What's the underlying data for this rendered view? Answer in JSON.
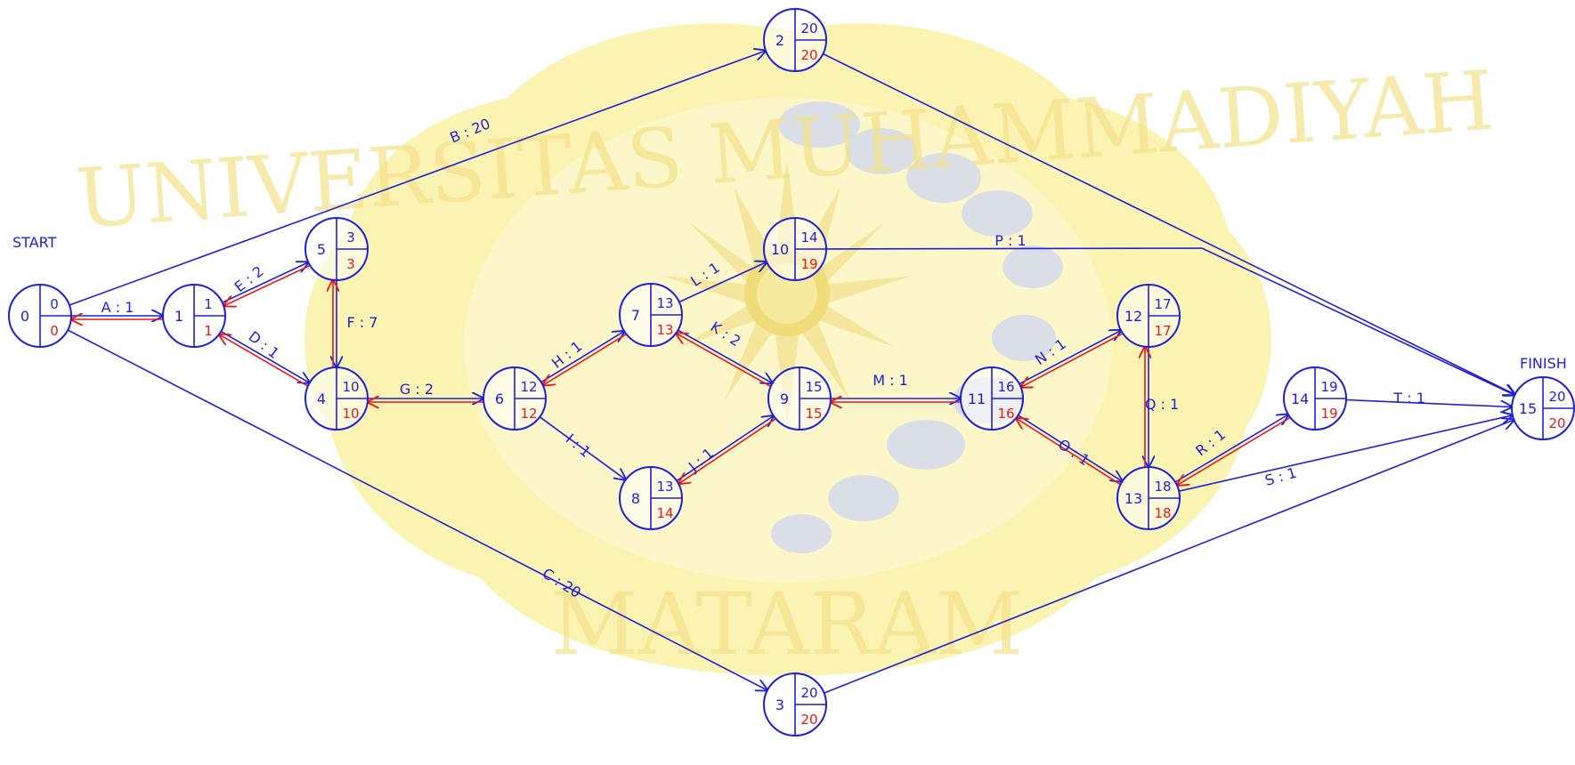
{
  "title_start": "START",
  "title_finish": "FINISH",
  "watermark": {
    "text_top": "UNIVERSITAS MUHAMMADIYAH",
    "text_bottom": "MATARAM",
    "color_fill": "#fbf3b2",
    "color_text": "#f3e28a",
    "color_cloud": "#cfd6f2"
  },
  "colors": {
    "node": "#1f1fd6",
    "critical": "#e81818"
  },
  "nodes": [
    {
      "id": "0",
      "es": "0",
      "lf": "0"
    },
    {
      "id": "1",
      "es": "1",
      "lf": "1"
    },
    {
      "id": "2",
      "es": "20",
      "lf": "20"
    },
    {
      "id": "3",
      "es": "20",
      "lf": "20"
    },
    {
      "id": "4",
      "es": "10",
      "lf": "10"
    },
    {
      "id": "5",
      "es": "3",
      "lf": "3"
    },
    {
      "id": "6",
      "es": "12",
      "lf": "12"
    },
    {
      "id": "7",
      "es": "13",
      "lf": "13"
    },
    {
      "id": "8",
      "es": "13",
      "lf": "14"
    },
    {
      "id": "9",
      "es": "15",
      "lf": "15"
    },
    {
      "id": "10",
      "es": "14",
      "lf": "19"
    },
    {
      "id": "11",
      "es": "16",
      "lf": "16"
    },
    {
      "id": "12",
      "es": "17",
      "lf": "17"
    },
    {
      "id": "13",
      "es": "18",
      "lf": "18"
    },
    {
      "id": "14",
      "es": "19",
      "lf": "19"
    },
    {
      "id": "15",
      "es": "20",
      "lf": "20"
    }
  ],
  "activities": [
    {
      "label": "A : 1",
      "from": "0",
      "to": "1",
      "critical": true
    },
    {
      "label": "B : 20",
      "from": "0",
      "to": "2",
      "critical": false
    },
    {
      "label": "C : 20",
      "from": "0",
      "to": "3",
      "critical": false
    },
    {
      "label": "E : 2",
      "from": "1",
      "to": "5",
      "critical": true
    },
    {
      "label": "D : 1",
      "from": "1",
      "to": "4",
      "critical": true
    },
    {
      "label": "F : 7",
      "from": "5",
      "to": "4",
      "critical": true
    },
    {
      "label": "G : 2",
      "from": "4",
      "to": "6",
      "critical": true
    },
    {
      "label": "H : 1",
      "from": "6",
      "to": "7",
      "critical": true
    },
    {
      "label": "I : 1",
      "from": "6",
      "to": "8",
      "critical": false
    },
    {
      "label": "L : 1",
      "from": "7",
      "to": "10",
      "critical": false
    },
    {
      "label": "K : 2",
      "from": "7",
      "to": "9",
      "critical": true
    },
    {
      "label": "J : 1",
      "from": "8",
      "to": "9",
      "critical": true
    },
    {
      "label": "M : 1",
      "from": "9",
      "to": "11",
      "critical": true
    },
    {
      "label": "P : 1",
      "from": "10",
      "to": "15",
      "critical": false
    },
    {
      "label": "N : 1",
      "from": "11",
      "to": "12",
      "critical": true
    },
    {
      "label": "O : 1",
      "from": "11",
      "to": "13",
      "critical": true
    },
    {
      "label": "Q : 1",
      "from": "12",
      "to": "13",
      "critical": true
    },
    {
      "label": "R : 1",
      "from": "13",
      "to": "14",
      "critical": true
    },
    {
      "label": "S : 1",
      "from": "13",
      "to": "15",
      "critical": false
    },
    {
      "label": "T : 1",
      "from": "14",
      "to": "15",
      "critical": false
    },
    {
      "label": "",
      "from": "2",
      "to": "15",
      "critical": false
    },
    {
      "label": "",
      "from": "3",
      "to": "15",
      "critical": false
    }
  ]
}
